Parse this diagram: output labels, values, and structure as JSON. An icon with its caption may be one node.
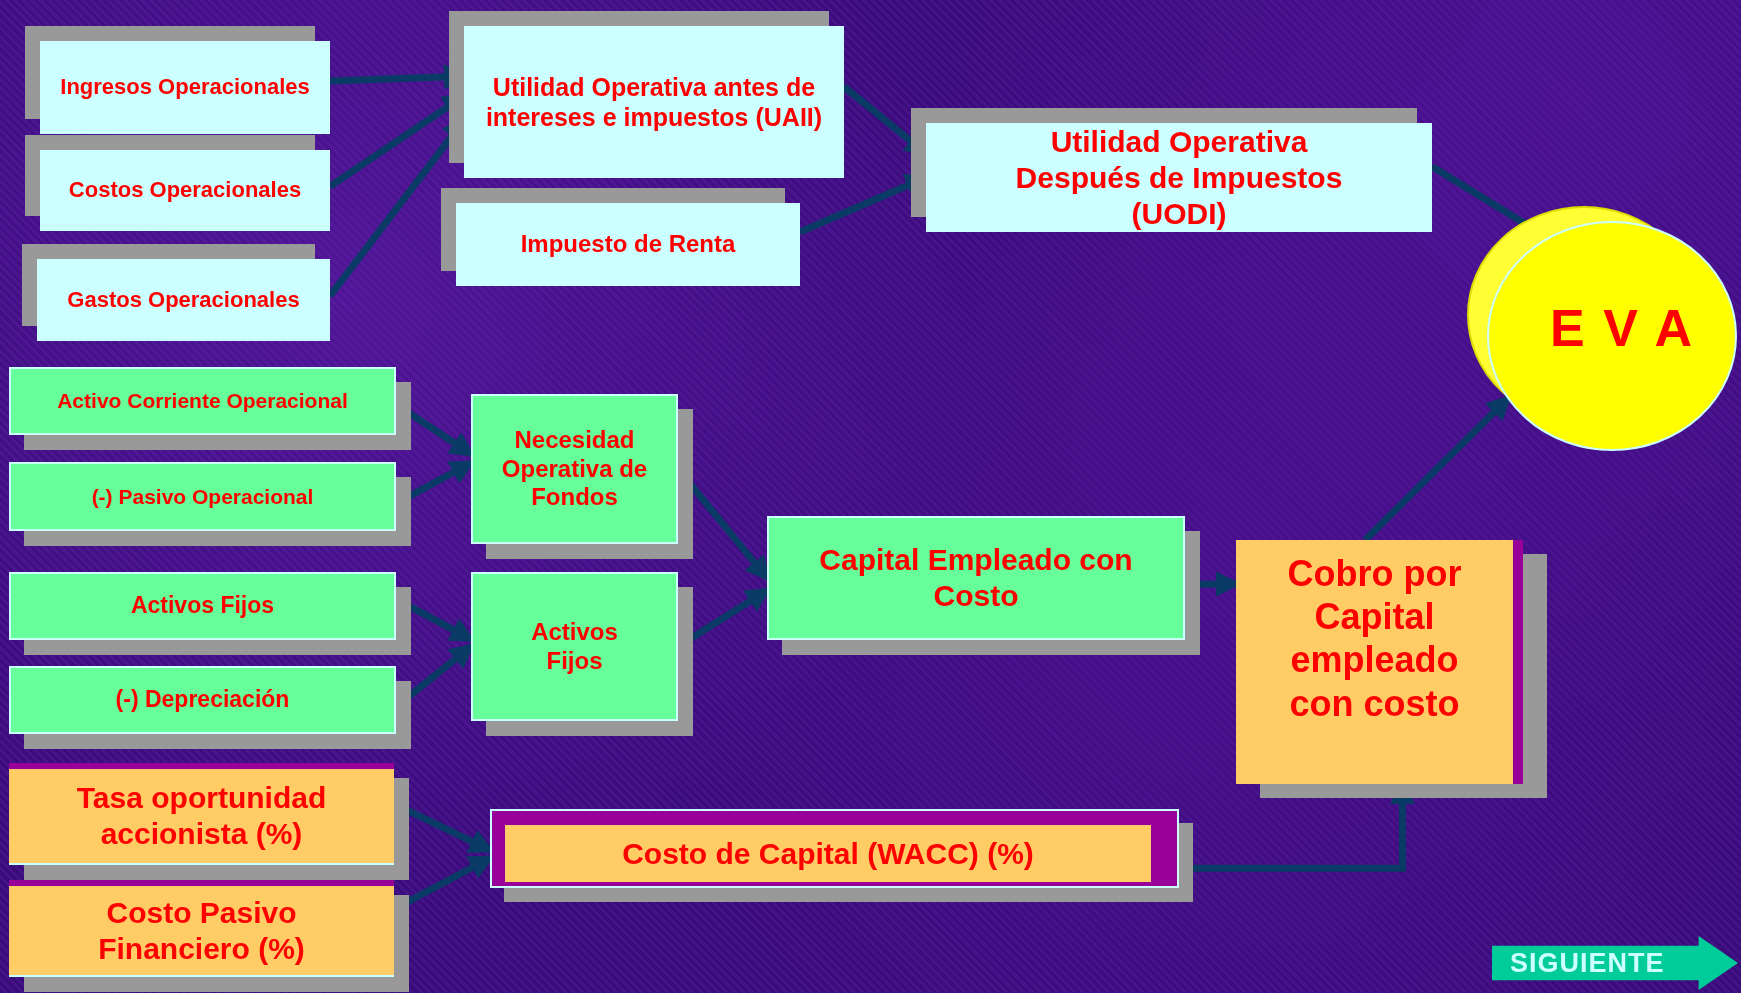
{
  "diagram": {
    "nodes": [
      {
        "text": [
          "Ingresos Operacionales"
        ]
      },
      {
        "text": [
          "Costos Operacionales"
        ]
      },
      {
        "text": [
          "Gastos Operacionales"
        ]
      },
      {
        "text": [
          "Utilidad Operativa antes de intereses e impuestos (UAII)"
        ]
      },
      {
        "text": [
          "Impuesto de Renta"
        ]
      },
      {
        "text": [
          "Utilidad Operativa Después de Impuestos (UODI)"
        ]
      },
      {
        "text": [
          "E V A"
        ]
      },
      {
        "text": [
          "Activo Corriente Operacional"
        ]
      },
      {
        "text": [
          "(-) Pasivo Operacional"
        ]
      },
      {
        "text": [
          "Activos Fijos"
        ]
      },
      {
        "text": [
          "(-) Depreciación"
        ]
      },
      {
        "text": [
          "Necesidad Operativa de Fondos"
        ]
      },
      {
        "text": [
          "Activos Fijos"
        ]
      },
      {
        "text": [
          "Capital Empleado con Costo"
        ]
      },
      {
        "text": [
          "Cobro por Capital empleado con costo"
        ]
      },
      {
        "text": [
          "Tasa oportunidad accionista (%)"
        ]
      },
      {
        "text": [
          "Costo Pasivo Financiero (%)"
        ]
      },
      {
        "text": [
          "Costo de Capital (WACC) (%)"
        ]
      }
    ],
    "edges": [
      {
        "from": 0,
        "to": 3,
        "arrow": "to"
      },
      {
        "from": 1,
        "to": 3,
        "arrow": "to"
      },
      {
        "from": 2,
        "to": 3,
        "arrow": "to"
      },
      {
        "from": 3,
        "to": 5,
        "arrow": "to"
      },
      {
        "from": 4,
        "to": 5,
        "arrow": "to"
      },
      {
        "from": 5,
        "to": 6,
        "arrow": "to"
      },
      {
        "from": 7,
        "to": 11,
        "arrow": "to"
      },
      {
        "from": 8,
        "to": 11,
        "arrow": "to"
      },
      {
        "from": 9,
        "to": 12,
        "arrow": "to"
      },
      {
        "from": 10,
        "to": 12,
        "arrow": "to"
      },
      {
        "from": 11,
        "to": 13,
        "arrow": "to"
      },
      {
        "from": 12,
        "to": 13,
        "arrow": "to"
      },
      {
        "from": 13,
        "to": 14,
        "arrow": "to"
      },
      {
        "from": 14,
        "to": 6,
        "arrow": "to"
      },
      {
        "from": 15,
        "to": 17,
        "arrow": "to"
      },
      {
        "from": 16,
        "to": 17,
        "arrow": "to"
      },
      {
        "from": 17,
        "to": 14,
        "arrow": "to"
      }
    ],
    "labels": [
      "SIGUIENTE"
    ]
  }
}
